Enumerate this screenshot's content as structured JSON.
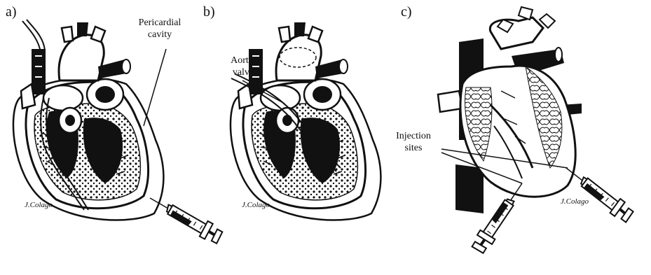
{
  "panels": [
    {
      "label": "a)",
      "annotation": "Pericardial cavity",
      "signature": "J.Colago"
    },
    {
      "label": "b)",
      "annotation": "Aortic valve",
      "signature": "J.Colago"
    },
    {
      "label": "c)",
      "annotation": "Injection sites",
      "signature": "J.Colago"
    }
  ]
}
